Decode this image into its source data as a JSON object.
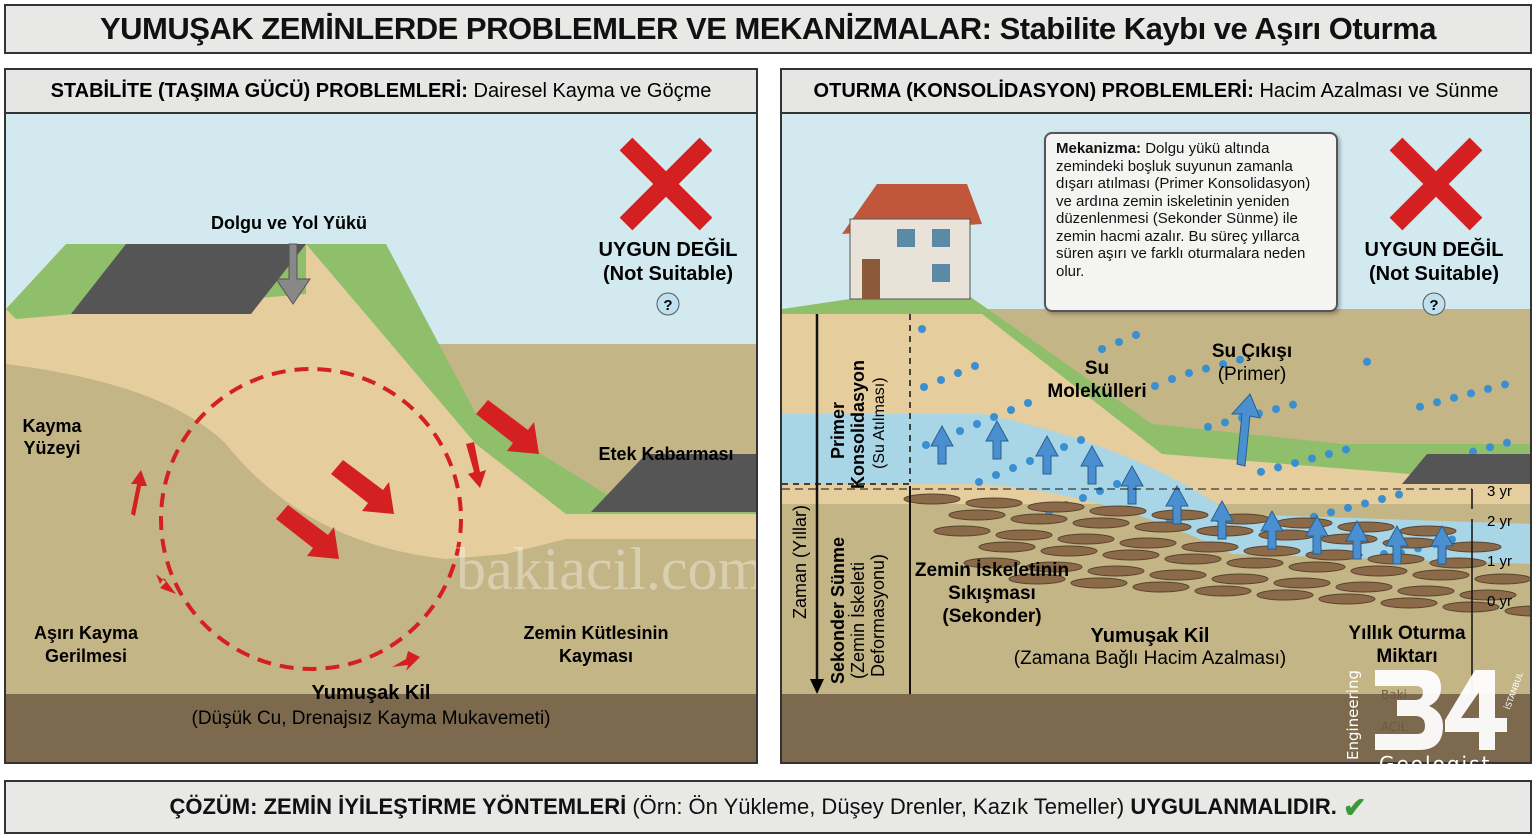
{
  "title": "YUMUŞAK ZEMİNLERDE PROBLEMLER VE MEKANİZMALAR: Stabilite Kaybı ve Aşırı Oturma",
  "left_panel": {
    "header_bold": "STABİLİTE (TAŞIMA GÜCÜ) PROBLEMLERİ:",
    "header_normal": "Dairesel Kayma ve Göçme",
    "labels": {
      "load": "Dolgu ve Yol Yükü",
      "slip_1": "Kayma",
      "slip_2": "Yüzeyi",
      "toe": "Etek Kabarması",
      "stress_1": "Aşırı Kayma",
      "stress_2": "Gerilmesi",
      "mass_1": "Zemin Kütlesinin",
      "mass_2": "Kayması",
      "clay": "Yumuşak Kil",
      "clay_sub": "(Düşük Cu, Drenajsız Kayma Mukavemeti)"
    },
    "verdict": {
      "tr": "UYGUN DEĞİL",
      "en": "(Not Suitable)",
      "help": "?"
    }
  },
  "right_panel": {
    "header_bold": "OTURMA (KONSOLİDASYON) PROBLEMLERİ:",
    "header_normal": "Hacim Azalması ve Sünme",
    "mechanism_bold": "Mekanizma:",
    "mechanism_text": "Dolgu yükü altında zemindeki boşluk suyunun zamanla dışarı atılması (Primer Konsolidasyon) ve ardına zemin iskeletinin yeniden düzenlenmesi (Sekonder Sünme) ile zemin hacmi azalır. Bu süreç yıllarca süren aşırı ve farklı oturmalara neden olur.",
    "labels": {
      "water_1": "Su",
      "water_2": "Molekülleri",
      "outflow_1": "Su Çıkışı",
      "outflow_2": "(Primer)",
      "time": "Zaman (Yıllar)",
      "primary_1": "Primer",
      "primary_2": "Konsolidasyon",
      "primary_3": "(Su Atılması)",
      "secondary_1": "Sekonder Sünme",
      "secondary_2": "(Zemin İskeleti",
      "secondary_3": "Deformasyonu)",
      "skeleton_1": "Zemin İskeletinin",
      "skeleton_2": "Sıkışması",
      "skeleton_3": "(Sekonder)",
      "clay": "Yumuşak Kil",
      "clay_sub": "(Zamana Bağlı Hacim Azalması)",
      "annual_1": "Yıllık Oturma",
      "annual_2": "Miktarı"
    },
    "years": [
      "3 yr",
      "2 yr",
      "1 yr",
      "0 yr"
    ],
    "verdict": {
      "tr": "UYGUN DEĞİL",
      "en": "(Not Suitable)",
      "help": "?"
    }
  },
  "footer": {
    "bold_1": "ÇÖZÜM: ZEMİN İYİLEŞTİRME YÖNTEMLERİ",
    "normal": "(Örn: Ön Yükleme, Düşey Drenler, Kazık Temeller)",
    "bold_2": "UYGULANMALIDIR."
  },
  "logo": {
    "engineering": "Engineering",
    "baki": "Baki",
    "acil": "ACiL",
    "istanbul": "İSTANBUL",
    "geologist": "Geologist"
  },
  "watermark": "bakiacil.com",
  "colors": {
    "danger": "#d42020",
    "water": "#3a8fd0",
    "clay": "#c9b98a",
    "embankment": "#e5cc9c",
    "grass": "#8fbf6a"
  }
}
